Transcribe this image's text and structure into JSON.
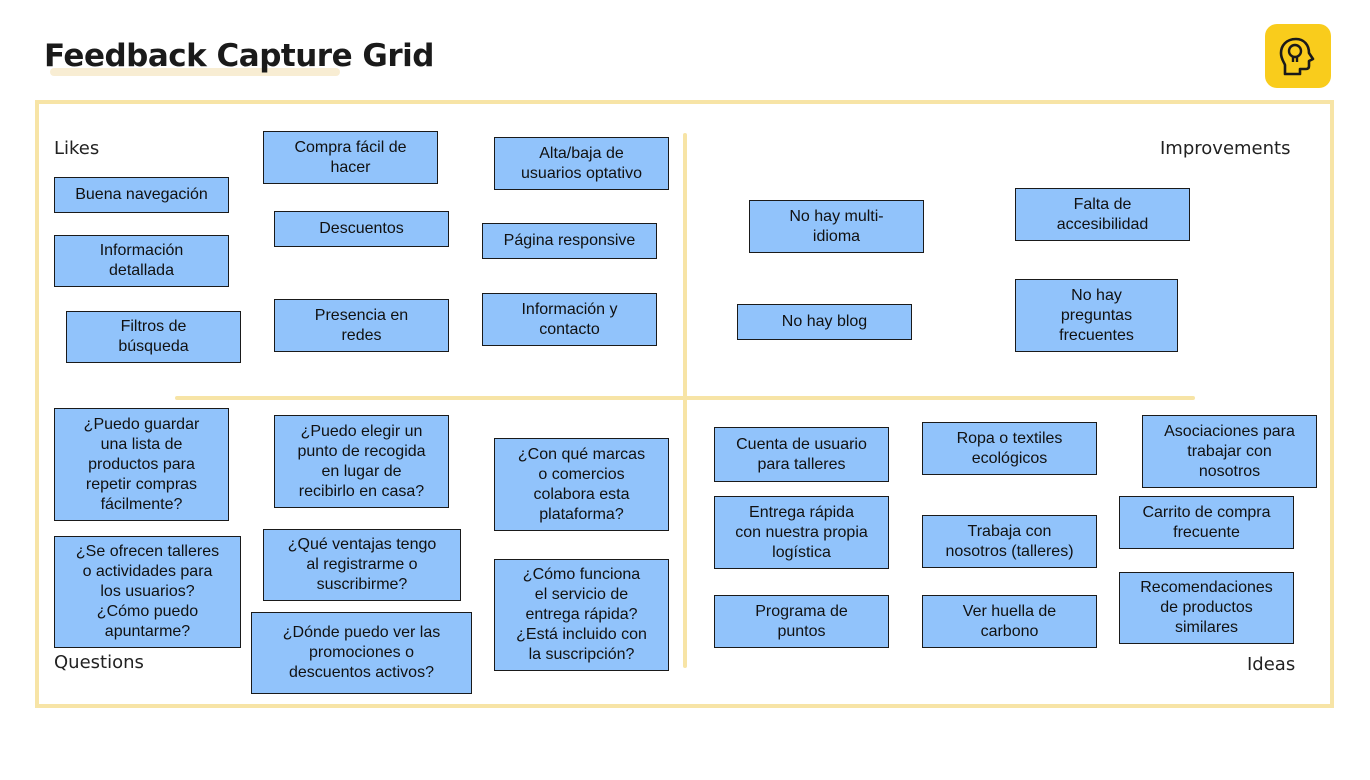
{
  "title": "Feedback Capture Grid",
  "logo": {
    "icon": "lightbulb-head-icon",
    "color": "#f9cc1c"
  },
  "colors": {
    "note_fill": "#91c3fb",
    "frame": "#f7e4a6"
  },
  "quadrants": {
    "likes": {
      "label": "Likes",
      "notes": [
        "Buena navegación",
        "Información\ndetallada",
        "Filtros de\nbúsqueda",
        "Compra fácil de\nhacer",
        "Descuentos",
        "Presencia en\nredes",
        "Alta/baja de\nusuarios optativo",
        "Página responsive",
        "Información y\ncontacto"
      ]
    },
    "improvements": {
      "label": "Improvements",
      "notes": [
        "No hay multi-\nidioma",
        "No hay blog",
        "Falta de\naccesibilidad",
        "No hay\npreguntas\nfrecuentes"
      ]
    },
    "questions": {
      "label": "Questions",
      "notes": [
        "¿Puedo guardar\nuna lista de\nproductos para\nrepetir compras\nfácilmente?",
        "¿Se ofrecen talleres\no actividades para\nlos usuarios?\n¿Cómo puedo\napuntarme?",
        "¿Puedo elegir un\npunto de recogida\nen lugar de\nrecibirlo en casa?",
        "¿Qué ventajas tengo\nal registrarme o\nsuscribirme?",
        "¿Dónde puedo ver las\npromociones o\ndescuentos activos?",
        "¿Con qué marcas\no comercios\ncolabora esta\nplataforma?",
        "¿Cómo funciona\nel servicio de\nentrega rápida?\n¿Está incluido con\nla suscripción?"
      ]
    },
    "ideas": {
      "label": "Ideas",
      "notes": [
        "Cuenta de usuario\npara talleres",
        "Entrega rápida\ncon nuestra propia\nlogística",
        "Programa de\npuntos",
        "Ropa o textiles\necológicos",
        "Trabaja con\nnosotros (talleres)",
        "Ver huella de\ncarbono",
        "Asociaciones para\ntrabajar con\nnosotros",
        "Carrito de compra\nfrecuente",
        "Recomendaciones\nde productos\nsimilares"
      ]
    }
  }
}
